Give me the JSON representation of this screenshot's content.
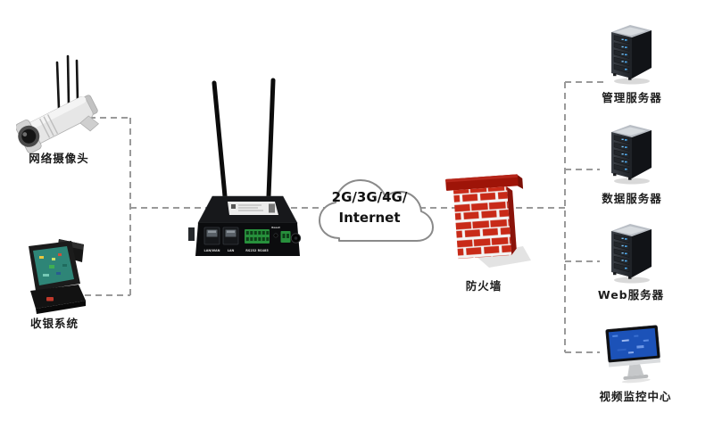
{
  "diagram": {
    "colors": {
      "connector": "#9a9a9a",
      "firewall_brick": "#c82a18",
      "firewall_cap": "#9e1408",
      "server_led": "#4aa8f0",
      "monitor_screen": "#1c52b8"
    },
    "nodes": {
      "camera": {
        "label": "网络摄像头"
      },
      "pos_system": {
        "label": "收银系统"
      },
      "router": {
        "port1_label": "LAN/WAN",
        "port2_label": "LAN",
        "serial_label": "RS232 RS485",
        "reset_label": "Reset"
      },
      "cloud": {
        "line1": "2G/3G/4G/",
        "line2": "Internet"
      },
      "firewall": {
        "label": "防火墙"
      }
    },
    "servers": [
      {
        "label": "管理服务器"
      },
      {
        "label": "数据服务器"
      },
      {
        "label": "Web服务器"
      }
    ],
    "video_center": {
      "label": "视频监控中心"
    }
  }
}
